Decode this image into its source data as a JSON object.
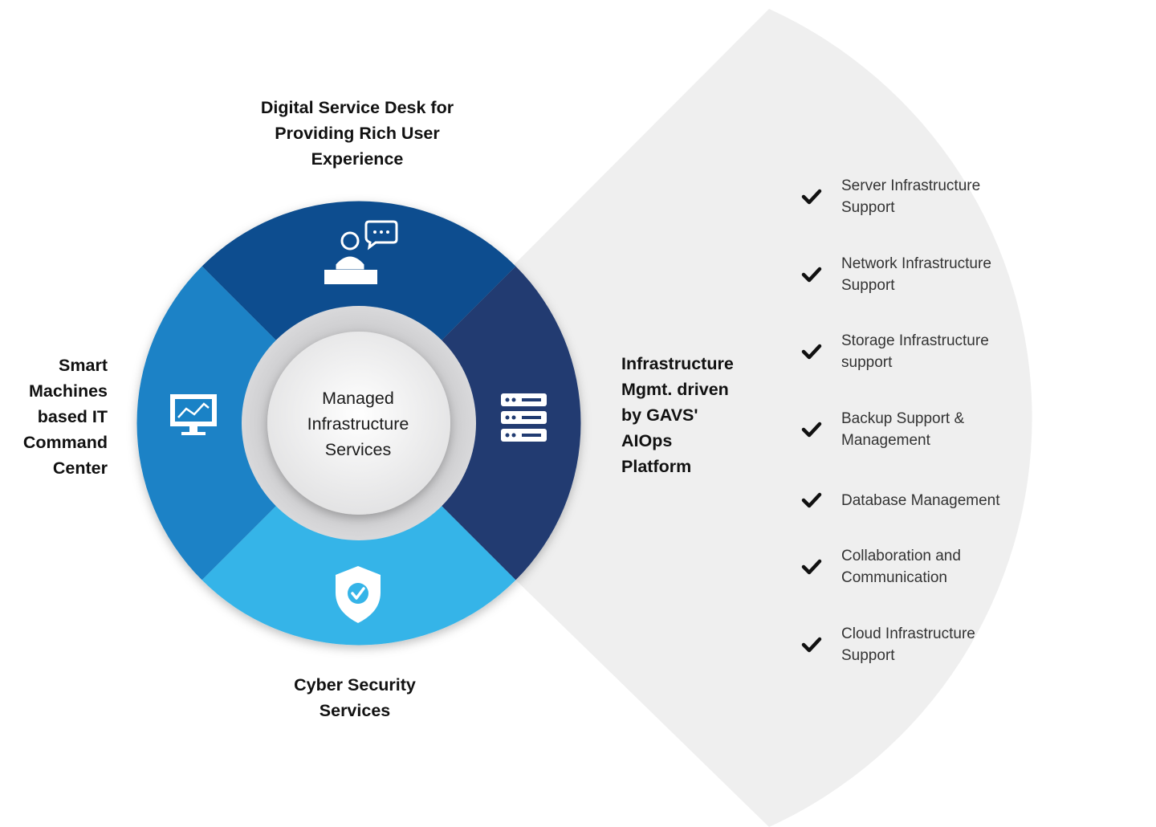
{
  "colors": {
    "top_segment": "#0a4e8f",
    "left_segment": "#1a82c6",
    "right_segment": "#203b71",
    "bottom_segment": "#35b4e8",
    "hub": "#e9e9ea",
    "fan": "#efefef",
    "text_dark": "#111111"
  },
  "hub": {
    "label": "Managed\nInfrastructure\nServices"
  },
  "segments": {
    "top": {
      "label": "Digital Service Desk for\nProviding Rich User\nExperience",
      "icon": "service-desk-agent-icon"
    },
    "left": {
      "label": "Smart\nMachines\nbased IT\nCommand\nCenter",
      "icon": "monitor-analytics-icon"
    },
    "right": {
      "label": "Infrastructure\nMgmt. driven\nby GAVS'\nAIOps\nPlatform",
      "icon": "server-rack-icon"
    },
    "bottom": {
      "label": "Cyber Security\nServices",
      "icon": "shield-check-icon"
    }
  },
  "checklist": [
    "Server Infrastructure\nSupport",
    "Network  Infrastructure\nSupport",
    "Storage Infrastructure\nsupport",
    "Backup Support &\nManagement",
    "Database Management",
    "Collaboration and\nCommunication",
    "Cloud Infrastructure\nSupport"
  ]
}
